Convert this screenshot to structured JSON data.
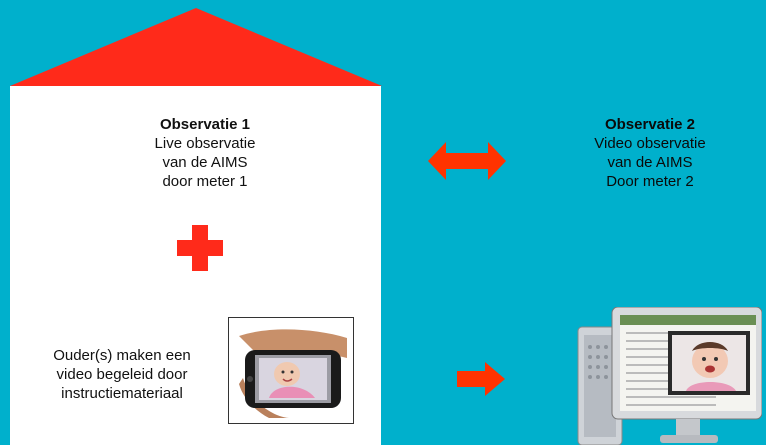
{
  "observation1": {
    "title": "Observatie 1",
    "lines": [
      "Live observatie",
      "van de AIMS",
      "door meter 1"
    ]
  },
  "observation2": {
    "title": "Observatie 2",
    "lines": [
      "Video observatie",
      "van de AIMS",
      "Door meter 2"
    ]
  },
  "parent_video": {
    "lines": [
      "Ouder(s) maken een",
      "video begeleid door",
      "instructiemateriaal"
    ]
  },
  "colors": {
    "background": "#00b0cc",
    "roof": "#ff2a1a",
    "plus": "#ff2a1a",
    "arrows": "#ff3300"
  },
  "icons": {
    "phone": "smartphone-with-baby-photo-icon",
    "computer": "desktop-computer-with-baby-video-icon"
  }
}
